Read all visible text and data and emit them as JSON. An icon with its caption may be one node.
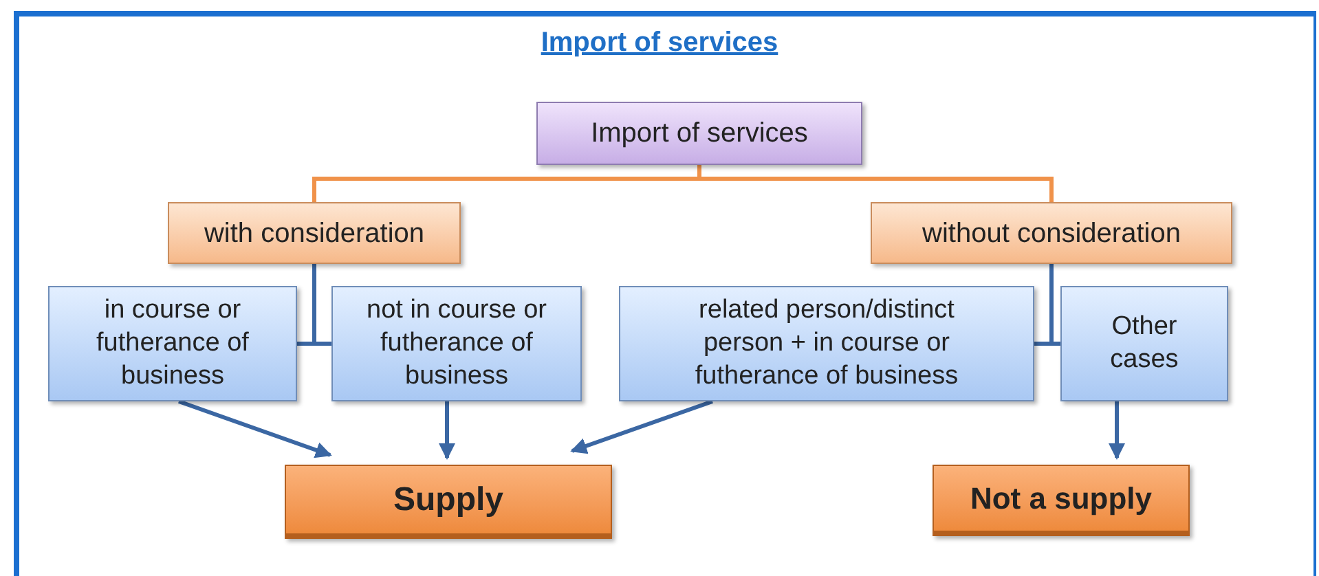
{
  "diagram": {
    "title": "Import of services",
    "nodes": [
      {
        "text": [
          "Import of services"
        ]
      },
      {
        "text": [
          "with consideration"
        ]
      },
      {
        "text": [
          "without consideration"
        ]
      },
      {
        "text": [
          "in course or futherance of business"
        ]
      },
      {
        "text": [
          "not in course or futherance of business"
        ]
      },
      {
        "text": [
          "related person/distinct person + in course or futherance of business"
        ]
      },
      {
        "text": [
          "Other cases"
        ]
      },
      {
        "text": [
          "Supply"
        ]
      },
      {
        "text": [
          "Not a supply"
        ]
      }
    ],
    "edges": [
      {
        "from": 0,
        "to": 1,
        "arrow": "none",
        "color": "#f0924a"
      },
      {
        "from": 0,
        "to": 2,
        "arrow": "none",
        "color": "#f0924a"
      },
      {
        "from": 1,
        "to": 3,
        "arrow": "none"
      },
      {
        "from": 1,
        "to": 4,
        "arrow": "none"
      },
      {
        "from": 2,
        "to": 5,
        "arrow": "none"
      },
      {
        "from": 2,
        "to": 6,
        "arrow": "none"
      },
      {
        "from": 3,
        "to": 7,
        "arrow": "to"
      },
      {
        "from": 4,
        "to": 7,
        "arrow": "to"
      },
      {
        "from": 5,
        "to": 7,
        "arrow": "to"
      },
      {
        "from": 6,
        "to": 8,
        "arrow": "to"
      }
    ]
  }
}
